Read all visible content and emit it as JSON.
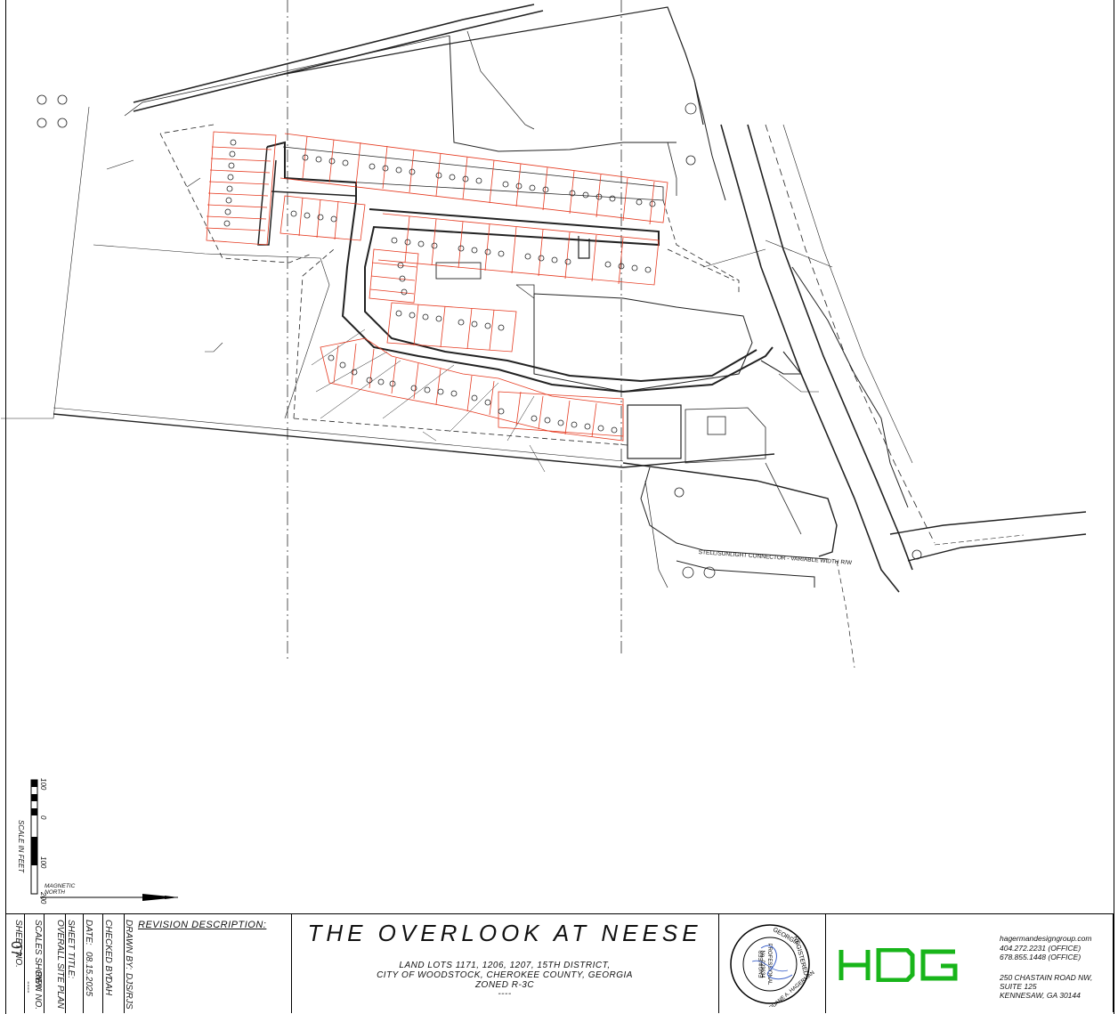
{
  "drawing": {
    "road_label": "STELL/SUNLIGHT CONNECTOR - VARIABLE WIDTH R/W",
    "scale": {
      "ticks": [
        "100",
        "0",
        "100",
        "200"
      ],
      "label": "SCALE IN FEET"
    },
    "north_arrow": {
      "label_line1": "MAGNETIC",
      "label_line2": "NORTH"
    }
  },
  "title_block": {
    "sheet_no_label": "SHEET NO.",
    "sheet_no": "07",
    "scales_label": "SCALES SHOWN",
    "rev_label": "REV. NO.",
    "rev_no": "----",
    "sheet_title_label": "SHEET TITLE:",
    "sheet_title": "OVERALL SITE PLAN",
    "date_label": "DATE:",
    "date": "08.15.2025",
    "checked_by_label": "CHECKED BY:",
    "checked_by": "DAH",
    "drawn_by_label": "DRAWN BY:",
    "drawn_by": "DJS/RJS",
    "revision_header": "REVISION DESCRIPTION:",
    "project_title": "THE OVERLOOK AT NEESE",
    "subtitle_line1": "LAND LOTS 1171, 1206, 1207, 15TH DISTRICT,",
    "subtitle_line2": "CITY OF WOODSTOCK, CHEROKEE COUNTY, GEORGIA",
    "subtitle_line3": "ZONED R-3C",
    "subtitle_rule": "----",
    "seal": {
      "outer_text": "GEORGIA REGISTERED",
      "inner_text": "PROFESSIONAL ENGINEER",
      "number": "No. 023634",
      "name": "DUANE A. HAGERMAN"
    },
    "firm_logo": "HDG",
    "contact": {
      "website": "hagermandesigngroup.com",
      "phone1": "404.272.2231 (OFFICE)",
      "phone2": "678.855.1448 (OFFICE)",
      "address1": "250 CHASTAIN ROAD NW,",
      "address2": "SUITE 125",
      "address3": "KENNESAW, GA 30144"
    }
  },
  "colors": {
    "lot_lines": "#e5391f",
    "linework": "#222222",
    "logo_green": "#18b51a"
  }
}
